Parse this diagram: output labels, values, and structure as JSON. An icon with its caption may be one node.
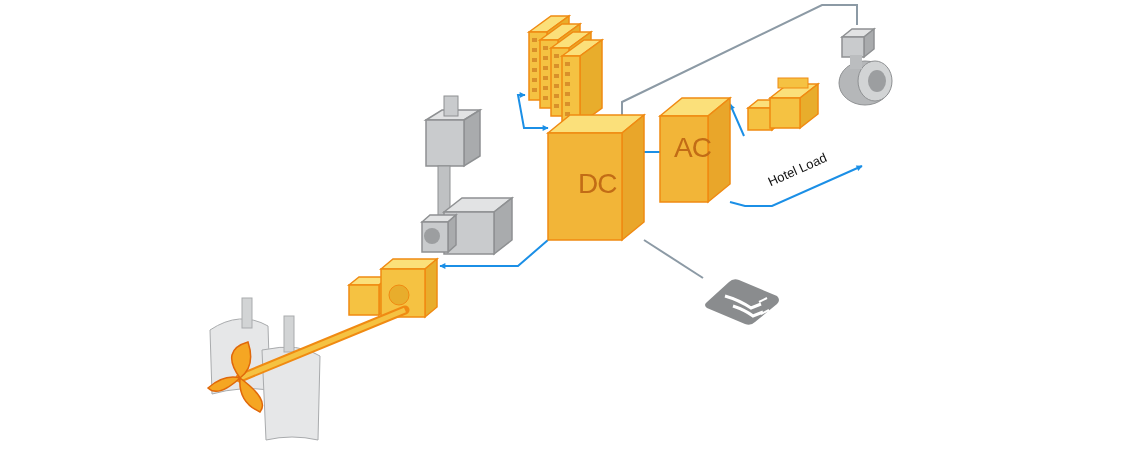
{
  "diagram": {
    "nodes": [
      {
        "text": [],
        "shape": "picture"
      },
      {
        "text": [],
        "shape": "picture"
      },
      {
        "text": [],
        "shape": "picture"
      },
      {
        "text": [
          "DC"
        ]
      },
      {
        "text": [
          "AC"
        ]
      },
      {
        "text": [],
        "shape": "picture"
      },
      {
        "text": [],
        "shape": "picture"
      },
      {
        "text": [],
        "shape": "picture"
      },
      {
        "text": [],
        "shape": "picture"
      }
    ],
    "edges": [
      {
        "from": 3,
        "to": 0,
        "arrow": "both"
      },
      {
        "from": 3,
        "to": 6,
        "arrow": "to"
      },
      {
        "from": 3,
        "to": 4,
        "arrow": "none"
      },
      {
        "from": 5,
        "to": 4,
        "arrow": "to"
      },
      {
        "from": 4,
        "to": null,
        "arrow": "to",
        "label": "Hotel Load"
      },
      {
        "from": 3,
        "to": 1,
        "arrow": "none",
        "color": "#8c9aa5"
      },
      {
        "from": 3,
        "to": 8,
        "arrow": "none",
        "color": "#8c9aa5"
      }
    ]
  }
}
